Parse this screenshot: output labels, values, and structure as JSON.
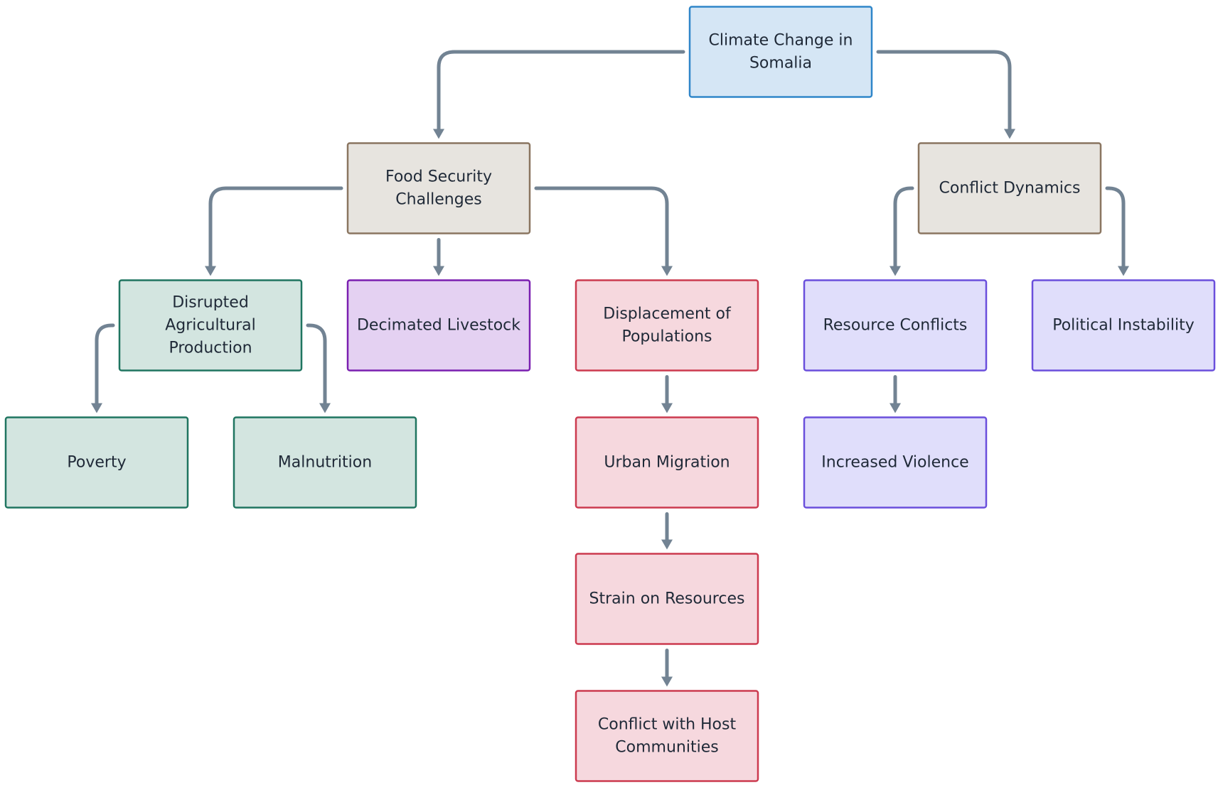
{
  "diagram": {
    "nodes": [
      {
        "id": "climate",
        "name": "node-climate-change-in-somalia",
        "lines": [
          "Climate Change in",
          "Somalia"
        ],
        "fill": "#d5e6f5",
        "stroke": "#2f86c9"
      },
      {
        "id": "food",
        "name": "node-food-security-challenges",
        "lines": [
          "Food Security",
          "Challenges"
        ],
        "fill": "#e7e4df",
        "stroke": "#8a7560"
      },
      {
        "id": "conflict",
        "name": "node-conflict-dynamics",
        "lines": [
          "Conflict Dynamics"
        ],
        "fill": "#e7e4df",
        "stroke": "#8a7560"
      },
      {
        "id": "agri",
        "name": "node-disrupted-agricultural-production",
        "lines": [
          "Disrupted",
          "Agricultural",
          "Production"
        ],
        "fill": "#d3e5e0",
        "stroke": "#1f7560"
      },
      {
        "id": "livestock",
        "name": "node-decimated-livestock",
        "lines": [
          "Decimated Livestock"
        ],
        "fill": "#e4d1f2",
        "stroke": "#7a1fb0"
      },
      {
        "id": "displacement",
        "name": "node-displacement-of-populations",
        "lines": [
          "Displacement of",
          "Populations"
        ],
        "fill": "#f6d8de",
        "stroke": "#cc3a4f"
      },
      {
        "id": "resource",
        "name": "node-resource-conflicts",
        "lines": [
          "Resource Conflicts"
        ],
        "fill": "#e0defb",
        "stroke": "#6a4fdc"
      },
      {
        "id": "political",
        "name": "node-political-instability",
        "lines": [
          "Political Instability"
        ],
        "fill": "#e0defb",
        "stroke": "#6a4fdc"
      },
      {
        "id": "poverty",
        "name": "node-poverty",
        "lines": [
          "Poverty"
        ],
        "fill": "#d3e5e0",
        "stroke": "#1f7560"
      },
      {
        "id": "malnutrition",
        "name": "node-malnutrition",
        "lines": [
          "Malnutrition"
        ],
        "fill": "#d3e5e0",
        "stroke": "#1f7560"
      },
      {
        "id": "urban",
        "name": "node-urban-migration",
        "lines": [
          "Urban Migration"
        ],
        "fill": "#f6d8de",
        "stroke": "#cc3a4f"
      },
      {
        "id": "violence",
        "name": "node-increased-violence",
        "lines": [
          "Increased Violence"
        ],
        "fill": "#e0defb",
        "stroke": "#6a4fdc"
      },
      {
        "id": "strain",
        "name": "node-strain-on-resources",
        "lines": [
          "Strain on Resources"
        ],
        "fill": "#f6d8de",
        "stroke": "#cc3a4f"
      },
      {
        "id": "host",
        "name": "node-conflict-with-host-communities",
        "lines": [
          "Conflict with Host",
          "Communities"
        ],
        "fill": "#f6d8de",
        "stroke": "#cc3a4f"
      }
    ],
    "edges": [
      {
        "from": "climate",
        "to": "food"
      },
      {
        "from": "climate",
        "to": "conflict"
      },
      {
        "from": "food",
        "to": "agri"
      },
      {
        "from": "food",
        "to": "livestock"
      },
      {
        "from": "food",
        "to": "displacement"
      },
      {
        "from": "conflict",
        "to": "resource"
      },
      {
        "from": "conflict",
        "to": "political"
      },
      {
        "from": "agri",
        "to": "poverty"
      },
      {
        "from": "agri",
        "to": "malnutrition"
      },
      {
        "from": "displacement",
        "to": "urban"
      },
      {
        "from": "urban",
        "to": "strain"
      },
      {
        "from": "strain",
        "to": "host"
      },
      {
        "from": "resource",
        "to": "violence"
      }
    ]
  }
}
